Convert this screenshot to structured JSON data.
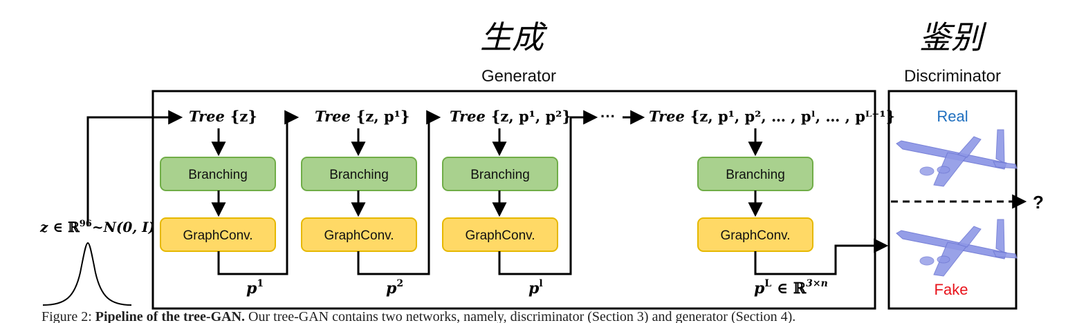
{
  "annotations": {
    "generator_handwritten": "生成",
    "discriminator_handwritten": "鉴别"
  },
  "headings": {
    "generator": "Generator",
    "discriminator": "Discriminator"
  },
  "noise": {
    "label_z": "z",
    "label_in": " ∈ ",
    "label_R": "ℝ",
    "label_dim": "96",
    "label_dist": "~N(0, I)"
  },
  "stages": [
    {
      "tree": "Tree",
      "set": "{z}",
      "branch": "Branching",
      "gconv": "GraphConv.",
      "out_base": "p",
      "out_sup": "1"
    },
    {
      "tree": "Tree",
      "set": "{z, p¹}",
      "branch": "Branching",
      "gconv": "GraphConv.",
      "out_base": "p",
      "out_sup": "2"
    },
    {
      "tree": "Tree",
      "set": "{z, p¹, p²}",
      "branch": "Branching",
      "gconv": "GraphConv.",
      "out_base": "p",
      "out_sup": "l"
    },
    {
      "tree": "Tree",
      "set": "{z, p¹, p², … , pˡ, … , pᴸ⁻¹}",
      "branch": "Branching",
      "gconv": "GraphConv.",
      "out_base": "p",
      "out_sup": "L",
      "out_tail": " ∈ ℝ",
      "out_tail_sup": "3×n"
    }
  ],
  "ellipsis": "···",
  "discriminator": {
    "real_label": "Real",
    "fake_label": "Fake",
    "question": "?",
    "real_color": "#1f6fbf",
    "fake_color": "#e8141c"
  },
  "caption": {
    "start": "Figure 2: ",
    "bold": "Pipeline of the tree-GAN.",
    "rest": " Our tree-GAN contains two networks, namely, discriminator (Section 3) and generator (Section 4)."
  },
  "colors": {
    "branch_fill": "#a9d18e",
    "branch_stroke": "#70ad47",
    "gconv_fill": "#ffd966",
    "gconv_stroke": "#e6b800"
  }
}
